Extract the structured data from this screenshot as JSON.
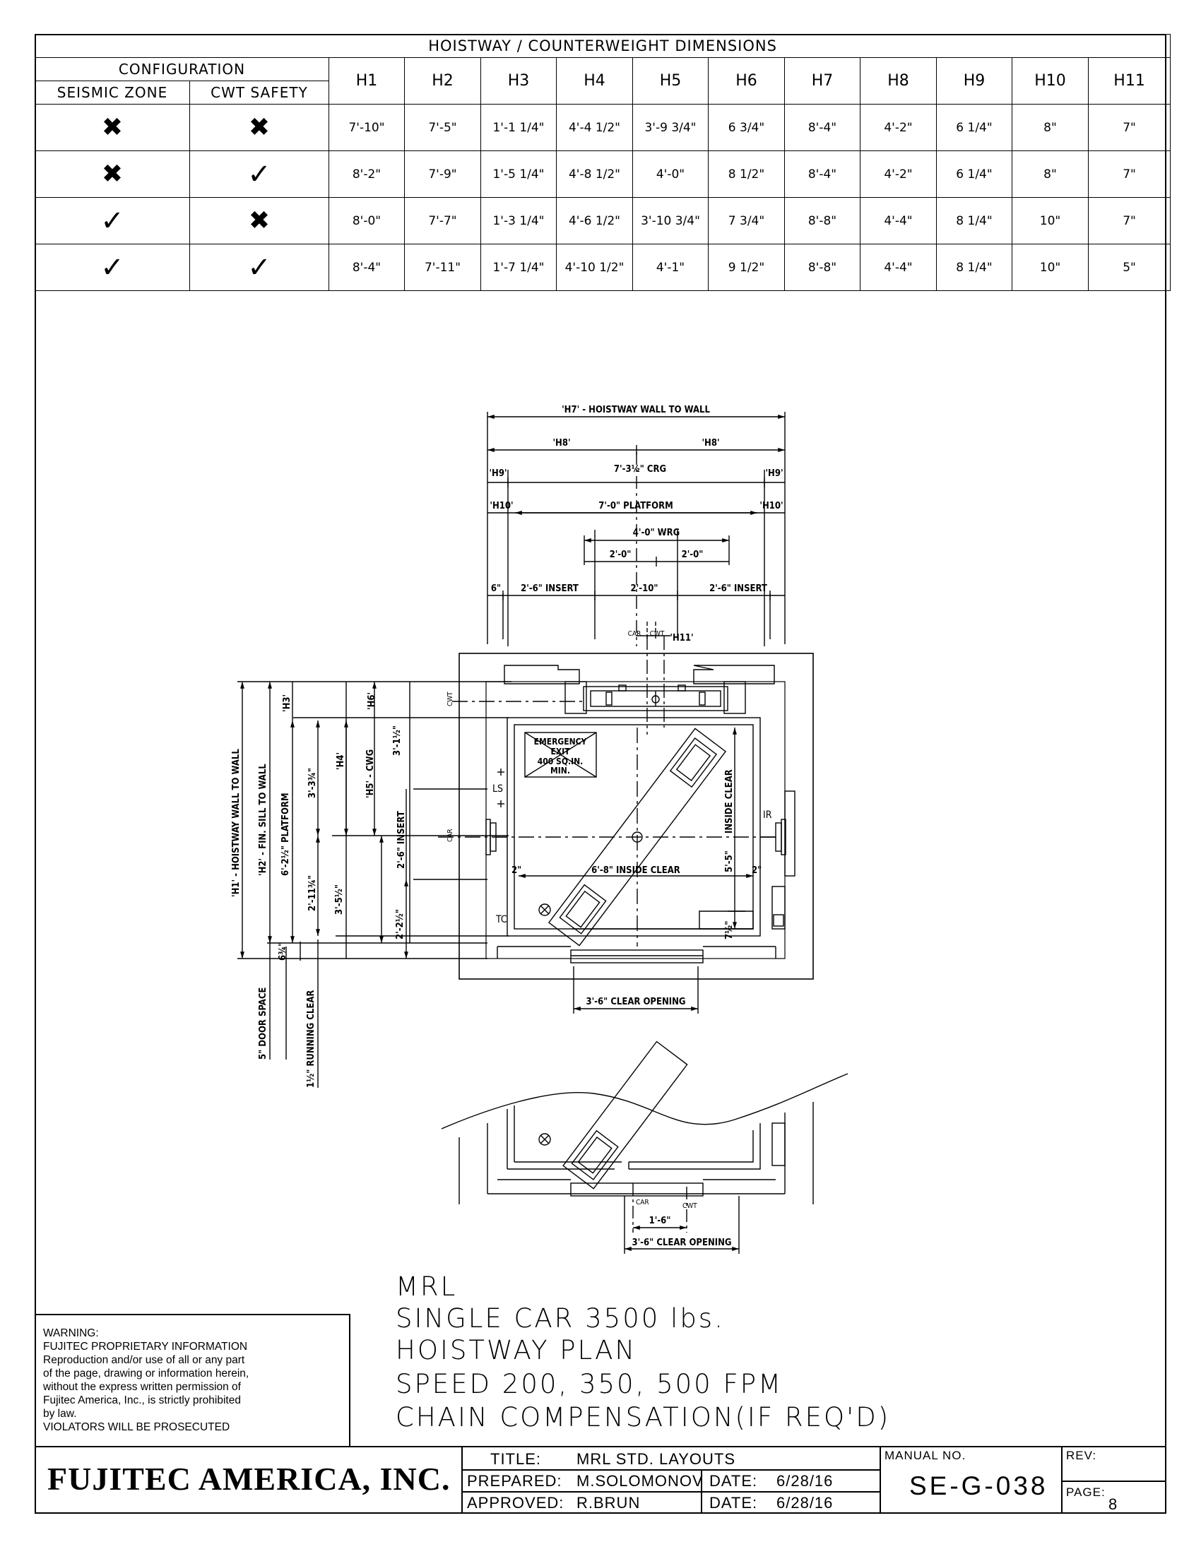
{
  "table": {
    "title": "HOISTWAY / COUNTERWEIGHT DIMENSIONS",
    "configuration": "CONFIGURATION",
    "seismic_zone": "SEISMIC ZONE",
    "cwt_safety": "CWT SAFETY",
    "headers": [
      "H1",
      "H2",
      "H3",
      "H4",
      "H5",
      "H6",
      "H7",
      "H8",
      "H9",
      "H10",
      "H11"
    ],
    "rows": [
      {
        "seismic": "✖",
        "cwt": "✖",
        "values": [
          "7'-10\"",
          "7'-5\"",
          "1'-1 1/4\"",
          "4'-4 1/2\"",
          "3'-9 3/4\"",
          "6 3/4\"",
          "8'-4\"",
          "4'-2\"",
          "6 1/4\"",
          "8\"",
          "7\""
        ]
      },
      {
        "seismic": "✖",
        "cwt": "✓",
        "values": [
          "8'-2\"",
          "7'-9\"",
          "1'-5 1/4\"",
          "4'-8 1/2\"",
          "4'-0\"",
          "8 1/2\"",
          "8'-4\"",
          "4'-2\"",
          "6 1/4\"",
          "8\"",
          "7\""
        ]
      },
      {
        "seismic": "✓",
        "cwt": "✖",
        "values": [
          "8'-0\"",
          "7'-7\"",
          "1'-3 1/4\"",
          "4'-6 1/2\"",
          "3'-10 3/4\"",
          "7 3/4\"",
          "8'-8\"",
          "4'-4\"",
          "8 1/4\"",
          "10\"",
          "7\""
        ]
      },
      {
        "seismic": "✓",
        "cwt": "✓",
        "values": [
          "8'-4\"",
          "7'-11\"",
          "1'-7 1/4\"",
          "4'-10 1/2\"",
          "4'-1\"",
          "9 1/2\"",
          "8'-8\"",
          "4'-4\"",
          "8 1/4\"",
          "10\"",
          "5\""
        ]
      }
    ]
  },
  "drawing": {
    "h7": "'H7' - HOISTWAY WALL TO WALL",
    "h8": "'H8'",
    "crg": "7'-3½\" CRG",
    "h9": "'H9'",
    "h10": "'H10'",
    "platform": "7'-0\" PLATFORM",
    "wrg": "4'-0\" WRG",
    "two_ft": "2'-0\"",
    "six_in": "6\"",
    "insert": "2'-6\" INSERT",
    "two_ten": "2'-10\"",
    "car_cl": "CAR",
    "cwt_cl": "CWT",
    "h11": "'H11'",
    "h6": "'H6'",
    "h3": "'H3'",
    "h4": "'H4'",
    "h5": "'H5' - CWG",
    "h1": "'H1' - HOISTWAY WALL TO WALL",
    "h2": "'H2' - FIN. SILL TO WALL",
    "platform_v": "6'-2½\" PLATFORM",
    "d_3_3": "3'-3¾\"",
    "d_3_1": "3'-1½\"",
    "d_2_11": "2'-11¾\"",
    "d_3_5": "3'-5½\"",
    "d_2_6_insert": "2'-6\" INSERT",
    "d_2_2": "2'-2½\"",
    "d_6q": "6¾\"",
    "door_space": "5\" DOOR SPACE",
    "running_clear": "1½\" RUNNING CLEAR",
    "emergency": [
      "EMERGENCY",
      "EXIT",
      "400 SQ.IN.",
      "MIN."
    ],
    "ls": "LS",
    "ir": "IR",
    "tc": "TC",
    "two_in": "2\"",
    "inside_clear_h": "6'-8\" INSIDE CLEAR",
    "inside_clear_v": "INSIDE CLEAR",
    "d_5_5": "5'-5\"",
    "d_7_half": "7½\"",
    "clear_opening": "3'-6\" CLEAR OPENING",
    "d_1_6": "1'-6\""
  },
  "titles": [
    "MRL",
    "SINGLE CAR 3500 lbs.",
    "HOISTWAY PLAN",
    "SPEED 200, 350, 500 FPM",
    "CHAIN COMPENSATION(IF REQ'D)"
  ],
  "warning": [
    "WARNING:",
    "FUJITEC PROPRIETARY INFORMATION",
    "Reproduction and/or use of all or any part",
    "of the page, drawing or information herein,",
    "without the express written permission of",
    "Fujitec America, Inc., is strictly prohibited",
    "by law.",
    "VIOLATORS WILL BE PROSECUTED"
  ],
  "titleblock": {
    "logo": "FUJITEC AMERICA, INC.",
    "title_label": "TITLE:",
    "title_value": "MRL STD. LAYOUTS",
    "prepared_label": "PREPARED:",
    "prepared_value": "M.SOLOMONOV",
    "approved_label": "APPROVED:",
    "approved_value": "R.BRUN",
    "date_label": "DATE:",
    "date1": "6/28/16",
    "date2": "6/28/16",
    "manual_label": "MANUAL NO.",
    "manual_value": "SE-G-038",
    "rev_label": "REV:",
    "page_label": "PAGE:",
    "page_value": "8"
  }
}
